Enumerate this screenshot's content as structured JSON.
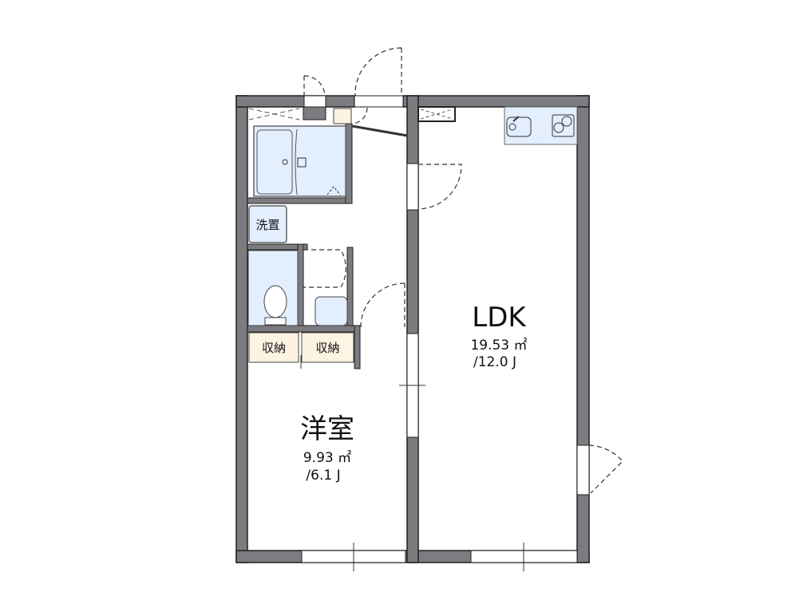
{
  "plan": {
    "type": "1LDK apartment floor plan",
    "colors": {
      "wall": "#7b7b80",
      "wall_outline": "#222222",
      "wet_area": "#e3eeff",
      "storage": "#fdf3e3",
      "background": "#ffffff"
    },
    "rooms": {
      "ldk": {
        "name": "LDK",
        "area": "19.53 ㎡",
        "tatami": "/12.0 J"
      },
      "western": {
        "name": "洋室",
        "area": "9.93 ㎡",
        "tatami": "/6.1 J"
      },
      "laundry": {
        "name": "洗置"
      },
      "storage_1": {
        "name": "収納"
      },
      "storage_2": {
        "name": "収納"
      }
    },
    "fixtures": [
      "bathtub",
      "shower",
      "toilet",
      "wash-basin",
      "kitchen-sink",
      "stove",
      "entrance-door",
      "balcony-door",
      "windows"
    ]
  }
}
